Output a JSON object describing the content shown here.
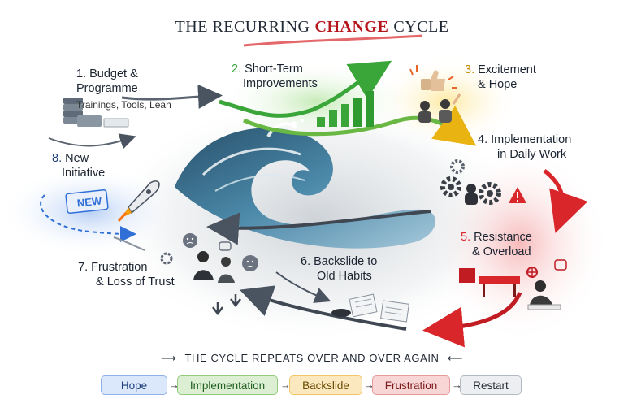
{
  "title": {
    "part1": "THE RECURRING",
    "part2": "CHANGE",
    "part3": "CYCLE"
  },
  "steps": [
    {
      "number": "1.",
      "label_line1": "Budget &",
      "label_line2": "Programme",
      "sub": "Trainings, Tools, Lean"
    },
    {
      "number": "2.",
      "label_line1": "Short-Term",
      "label_line2": "Improvements"
    },
    {
      "number": "3.",
      "label_line1": "Excitement",
      "label_line2": "& Hope"
    },
    {
      "number": "4.",
      "label_line1": "Implementation",
      "label_line2": "in Daily Work"
    },
    {
      "number": "5.",
      "label_line1": "Resistance",
      "label_line2": "& Overload"
    },
    {
      "number": "6.",
      "label_line1": "Backslide to",
      "label_line2": "Old Habits"
    },
    {
      "number": "7.",
      "label_line1": "Frustration",
      "label_line2": "& Loss of Trust"
    },
    {
      "number": "8.",
      "label_line1": "New",
      "label_line2": "Initiative"
    }
  ],
  "new_badge": "NEW",
  "repeat_text": "THE CYCLE REPEATS OVER AND OVER AGAIN",
  "flow": {
    "items": [
      "Hope",
      "Implementation",
      "Backslide",
      "Frustration",
      "Restart"
    ],
    "separator": "→"
  },
  "colors": {
    "title_accent": "#b5161c",
    "green": "#3aa63a",
    "yellow": "#f2c21a",
    "red": "#d8262a",
    "blue": "#2f6fd6",
    "gray": "#6b7280",
    "wave": "#2a6a8e"
  },
  "icons": [
    "money-stack-icon",
    "growth-chart-icon",
    "thumbs-up-icon",
    "gears-icon",
    "warning-icon",
    "rocket-icon",
    "sad-face-icon",
    "documents-icon"
  ]
}
